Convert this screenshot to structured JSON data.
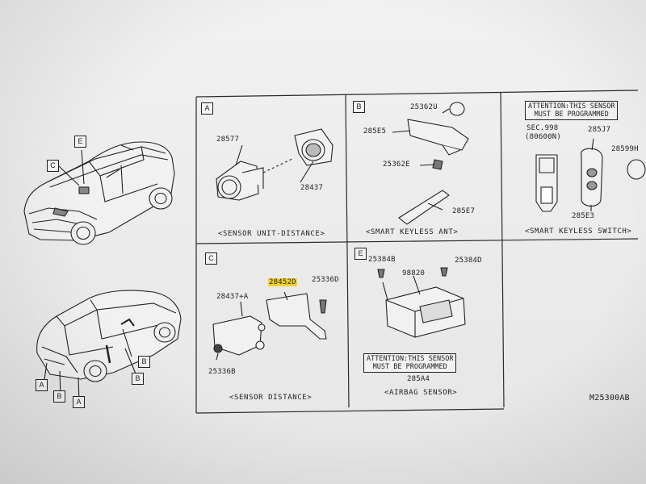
{
  "panels": {
    "a": {
      "tag": "A",
      "caption": "<SENSOR UNIT-DISTANCE>",
      "parts": {
        "p1": "28577",
        "p2": "28437"
      }
    },
    "b": {
      "tag": "B",
      "caption": "<SMART KEYLESS ANT>",
      "parts": {
        "p1": "25362U",
        "p2": "285E5",
        "p3": "25362E",
        "p4": "285E7"
      }
    },
    "key": {
      "caption": "<SMART KEYLESS SWITCH>",
      "attention": [
        "ATTENTION:THIS SENSOR",
        "MUST BE PROGRAMMED"
      ],
      "parts": {
        "p1": "SEC.998",
        "p2": "(80600N)",
        "p3": "285J7",
        "p4": "28599H",
        "p5": "285E3"
      }
    },
    "c": {
      "tag": "C",
      "caption": "<SENSOR DISTANCE>",
      "parts": {
        "p1": "28452D",
        "p2": "25336D",
        "p3": "28437+A",
        "p4": "25336B"
      }
    },
    "e": {
      "tag": "E",
      "caption": "<AIRBAG SENSOR>",
      "attention": [
        "ATTENTION:THIS SENSOR",
        "MUST BE PROGRAMMED"
      ],
      "parts": {
        "p1": "25384B",
        "p2": "25384D",
        "p3": "98820",
        "p4": "285A4"
      }
    }
  },
  "car_callouts": {
    "top": [
      "E",
      "C"
    ],
    "bottom": [
      "A",
      "B",
      "A",
      "B",
      "B"
    ]
  },
  "figure_number": "M25300AB"
}
